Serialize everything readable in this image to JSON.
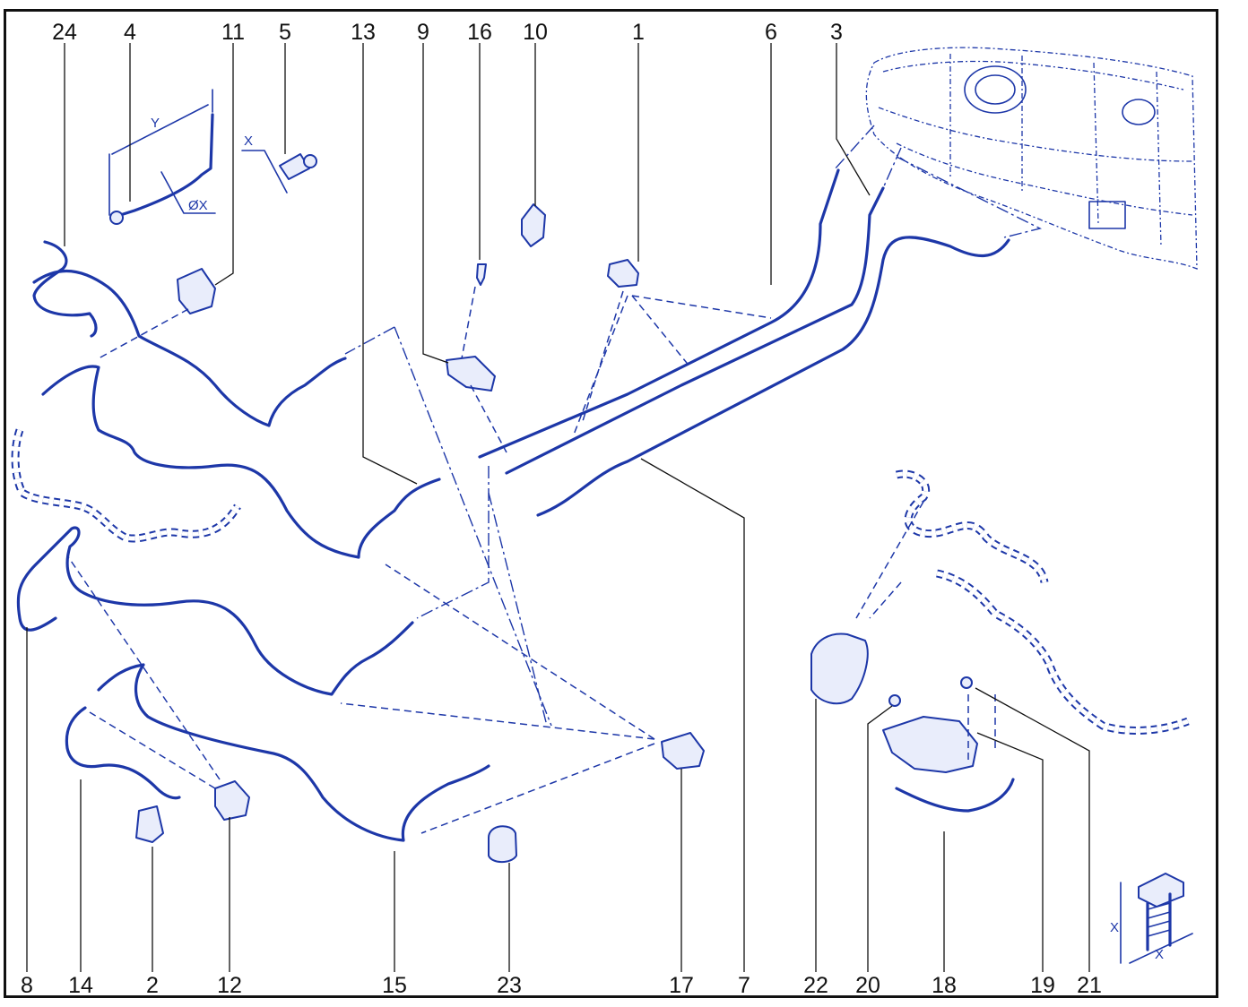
{
  "callouts_top": [
    "24",
    "4",
    "11",
    "5",
    "13",
    "9",
    "16",
    "10",
    "1",
    "6",
    "3"
  ],
  "callouts_bottom": [
    "8",
    "14",
    "2",
    "12",
    "15",
    "23",
    "17",
    "7",
    "22",
    "20",
    "18",
    "19",
    "21"
  ],
  "dimensions": {
    "tube_length": "Y",
    "tube_diameter": "ØX",
    "union_size": "X",
    "bolt_height": "X",
    "bolt_width": "X"
  },
  "colors": {
    "line": "#1d37a8",
    "frame": "#111111",
    "background": "#ffffff"
  }
}
